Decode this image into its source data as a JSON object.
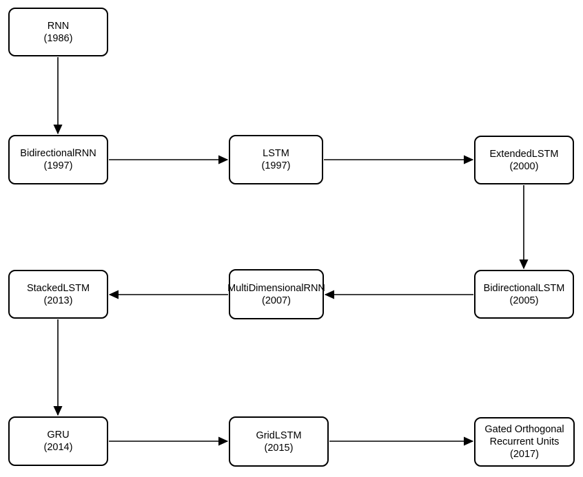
{
  "colors": {
    "background": "#ffffff",
    "node_fill": "#ffffff",
    "node_border": "#000000",
    "edge": "#000000",
    "text": "#000000"
  },
  "nodes": [
    {
      "id": "rnn",
      "name": "RNN",
      "year": "(1986)"
    },
    {
      "id": "bidirectional-rnn",
      "name": "BidirectionalRNN",
      "year": "(1997)"
    },
    {
      "id": "lstm",
      "name": "LSTM",
      "year": "(1997)"
    },
    {
      "id": "extended-lstm",
      "name": "ExtendedLSTM",
      "year": "(2000)"
    },
    {
      "id": "bidirectional-lstm",
      "name": "BidirectionalLSTM",
      "year": "(2005)"
    },
    {
      "id": "multi-dimensional-rnn",
      "name": "MultiDimensionalRNN",
      "year": "(2007)"
    },
    {
      "id": "stacked-lstm",
      "name": "StackedLSTM",
      "year": "(2013)"
    },
    {
      "id": "gru",
      "name": "GRU",
      "year": "(2014)"
    },
    {
      "id": "grid-lstm",
      "name": "GridLSTM",
      "year": "(2015)"
    },
    {
      "id": "gated-orthogonal",
      "name": "Gated Orthogonal Recurrent Units",
      "year": "(2017)"
    }
  ],
  "edges": [
    {
      "from": "rnn",
      "to": "bidirectional-rnn",
      "direction": "down"
    },
    {
      "from": "bidirectional-rnn",
      "to": "lstm",
      "direction": "right"
    },
    {
      "from": "lstm",
      "to": "extended-lstm",
      "direction": "right"
    },
    {
      "from": "extended-lstm",
      "to": "bidirectional-lstm",
      "direction": "down"
    },
    {
      "from": "bidirectional-lstm",
      "to": "multi-dimensional-rnn",
      "direction": "left"
    },
    {
      "from": "multi-dimensional-rnn",
      "to": "stacked-lstm",
      "direction": "left"
    },
    {
      "from": "stacked-lstm",
      "to": "gru",
      "direction": "down"
    },
    {
      "from": "gru",
      "to": "grid-lstm",
      "direction": "right"
    },
    {
      "from": "grid-lstm",
      "to": "gated-orthogonal",
      "direction": "right"
    }
  ]
}
